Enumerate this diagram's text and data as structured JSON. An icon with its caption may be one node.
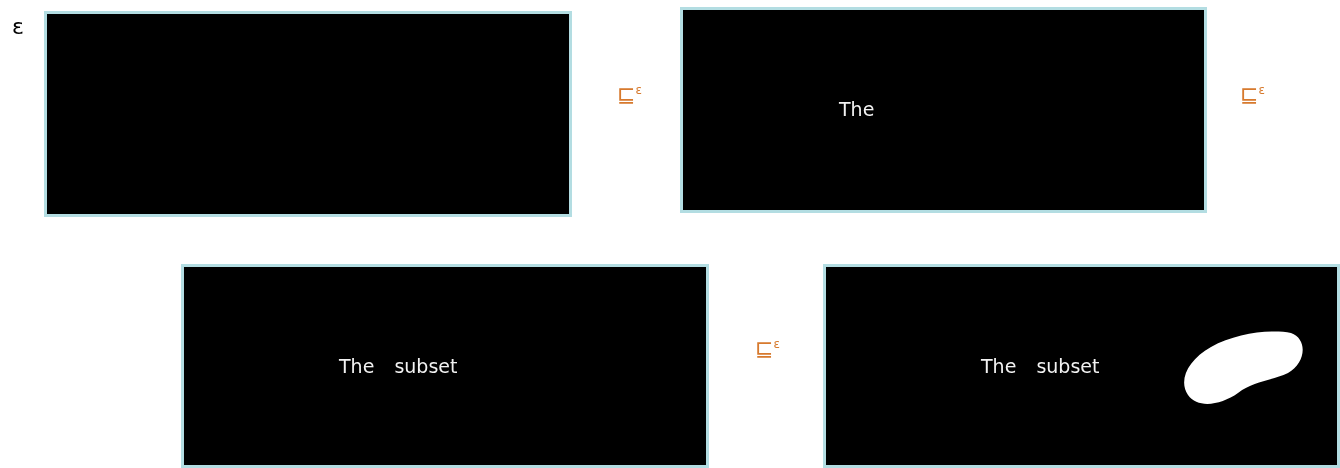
{
  "diagram": {
    "nodes": [
      {
        "text": [],
        "shape": "box"
      },
      {
        "text": [
          "The"
        ]
      },
      {
        "text": [
          "The subset"
        ]
      },
      {
        "text": [
          "The subset"
        ]
      },
      {
        "text": [],
        "shape": "blob",
        "in": 3
      }
    ],
    "edges": [],
    "labels": [
      "ε",
      "⊑$^{ε}$",
      "⊑$^{ε}$",
      "⊑$^{ε}$"
    ]
  }
}
